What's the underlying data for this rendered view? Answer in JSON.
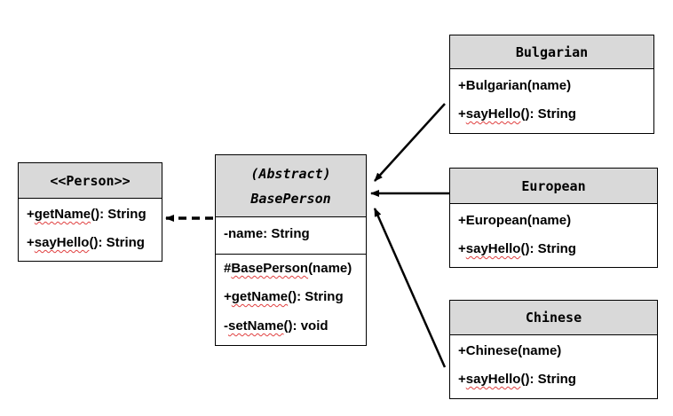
{
  "person": {
    "header": "<<Person>>",
    "methods": [
      {
        "name": "getName",
        "pre": "+",
        "post": "(): String"
      },
      {
        "name": "sayHello",
        "pre": "+",
        "post": "(): String"
      }
    ]
  },
  "base_person": {
    "header_line1": "(Abstract)",
    "header_line2": "BasePerson",
    "fields": [
      {
        "text": "-name: String"
      }
    ],
    "methods": [
      {
        "name": "BasePerson",
        "pre": "#",
        "post": "(name)"
      },
      {
        "name": "getName",
        "pre": "+",
        "post": "(): String"
      },
      {
        "name": "setName",
        "pre": "-",
        "post": "(): void"
      }
    ]
  },
  "bulgarian": {
    "header": "Bulgarian",
    "methods": [
      {
        "text": "+Bulgarian(name)"
      },
      {
        "name": "sayHello",
        "pre": "+",
        "post": "(): String"
      }
    ]
  },
  "european": {
    "header": "European",
    "methods": [
      {
        "text": "+European(name)"
      },
      {
        "name": "sayHello",
        "pre": "+",
        "post": "(): String"
      }
    ]
  },
  "chinese": {
    "header": "Chinese",
    "methods": [
      {
        "text": "+Chinese(name)"
      },
      {
        "name": "sayHello",
        "pre": "+",
        "post": "(): String"
      }
    ]
  },
  "colors": {
    "header_fill": "#d9d9d9",
    "line": "#000000",
    "spellcheck": "#e04040"
  }
}
